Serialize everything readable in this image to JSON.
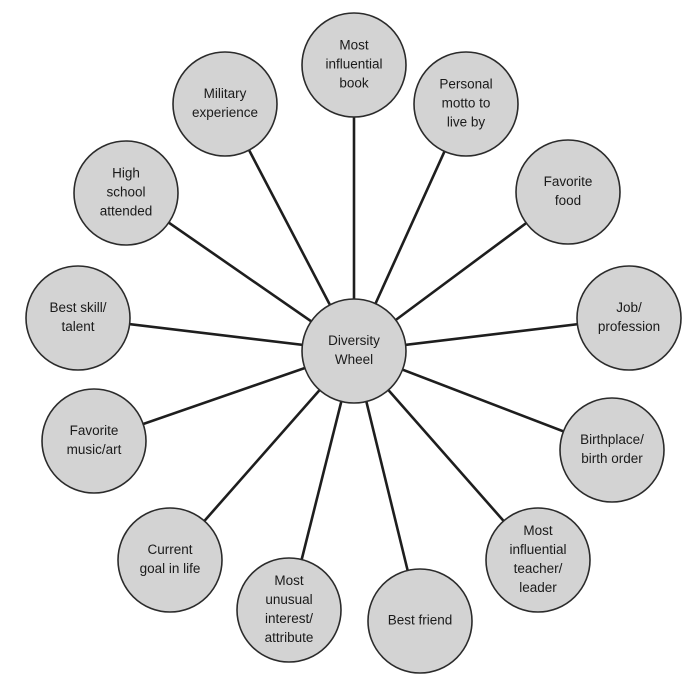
{
  "center": {
    "lines": [
      "Diversity",
      "Wheel"
    ]
  },
  "nodes": [
    {
      "id": "most-influential-book",
      "lines": [
        "Most",
        "influential",
        "book"
      ]
    },
    {
      "id": "personal-motto",
      "lines": [
        "Personal",
        "motto to",
        "live by"
      ]
    },
    {
      "id": "favorite-food",
      "lines": [
        "Favorite",
        "food"
      ]
    },
    {
      "id": "job-profession",
      "lines": [
        "Job/",
        "profession"
      ]
    },
    {
      "id": "birthplace-birth-order",
      "lines": [
        "Birthplace/",
        "birth order"
      ]
    },
    {
      "id": "most-influential-teacher-leader",
      "lines": [
        "Most",
        "influential",
        "teacher/",
        "leader"
      ]
    },
    {
      "id": "best-friend",
      "lines": [
        "Best friend"
      ]
    },
    {
      "id": "most-unusual-interest-attribute",
      "lines": [
        "Most",
        "unusual",
        "interest/",
        "attribute"
      ]
    },
    {
      "id": "current-goal-in-life",
      "lines": [
        "Current",
        "goal in life"
      ]
    },
    {
      "id": "favorite-music-art",
      "lines": [
        "Favorite",
        "music/art"
      ]
    },
    {
      "id": "best-skill-talent",
      "lines": [
        "Best skill/",
        "talent"
      ]
    },
    {
      "id": "high-school-attended",
      "lines": [
        "High",
        "school",
        "attended"
      ]
    },
    {
      "id": "military-experience",
      "lines": [
        "Military",
        "experience"
      ]
    }
  ]
}
